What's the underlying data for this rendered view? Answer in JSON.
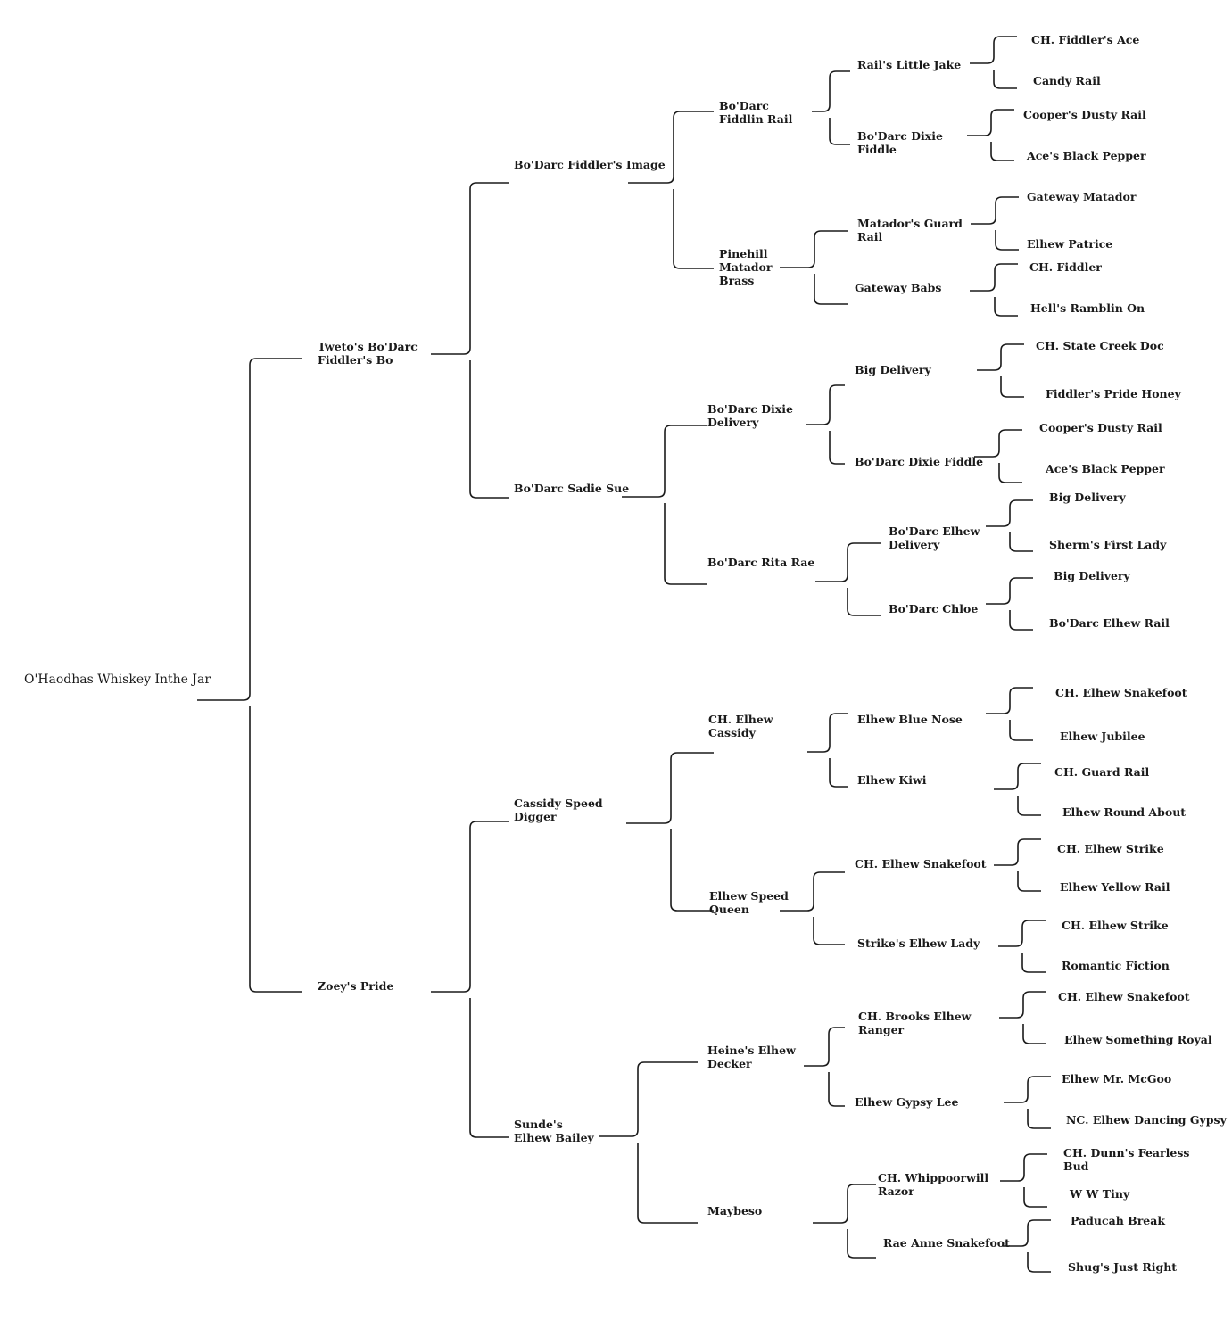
{
  "root": "O'Haodhas Whiskey Inthe  Jar",
  "sire": {
    "name": "Tweto's Bo'Darc\nFiddler's Bo",
    "sire": {
      "name": "Bo'Darc Fiddler's Image",
      "sire": {
        "name": "Bo'Darc\nFiddlin Rail",
        "sire": {
          "name": "Rail's Little Jake",
          "sire": "CH.  Fiddler's Ace",
          "dam": "Candy Rail"
        },
        "dam": {
          "name": "Bo'Darc Dixie\nFiddle",
          "sire": "Cooper's Dusty Rail",
          "dam": "Ace's Black Pepper"
        }
      },
      "dam": {
        "name": "Pinehill\nMatador\nBrass",
        "sire": {
          "name": "Matador's Guard\nRail",
          "sire": "Gateway Matador",
          "dam": "Elhew Patrice"
        },
        "dam": {
          "name": "Gateway Babs",
          "sire": "CH. Fiddler",
          "dam": "Hell's Ramblin On"
        }
      }
    },
    "dam": {
      "name": "Bo'Darc Sadie Sue",
      "sire": {
        "name": "Bo'Darc Dixie\nDelivery",
        "sire": {
          "name": "Big Delivery",
          "sire": "CH.  State Creek Doc",
          "dam": "Fiddler's Pride Honey"
        },
        "dam": {
          "name": "Bo'Darc Dixie Fiddle",
          "sire": "Cooper's Dusty Rail",
          "dam": "Ace's Black Pepper"
        }
      },
      "dam": {
        "name": "Bo'Darc Rita Rae",
        "sire": {
          "name": "Bo'Darc Elhew\nDelivery",
          "sire": "Big Delivery",
          "dam": "Sherm's First Lady"
        },
        "dam": {
          "name": "Bo'Darc Chloe",
          "sire": "Big Delivery",
          "dam": "Bo'Darc Elhew Rail"
        }
      }
    }
  },
  "dam": {
    "name": "Zoey's Pride",
    "sire": {
      "name": "Cassidy Speed\nDigger",
      "sire": {
        "name": "CH.  Elhew\nCassidy",
        "sire": {
          "name": "Elhew Blue Nose",
          "sire": "CH.  Elhew Snakefoot",
          "dam": "Elhew Jubilee"
        },
        "dam": {
          "name": "Elhew Kiwi",
          "sire": "CH.  Guard Rail",
          "dam": "Elhew Round About"
        }
      },
      "dam": {
        "name": "Elhew Speed\nQueen",
        "sire": {
          "name": "CH.  Elhew Snakefoot",
          "sire": "CH.  Elhew Strike",
          "dam": "Elhew Yellow Rail"
        },
        "dam": {
          "name": "Strike's Elhew Lady",
          "sire": "CH.  Elhew Strike",
          "dam": "Romantic Fiction"
        }
      }
    },
    "dam": {
      "name": "Sunde's\nElhew Bailey",
      "sire": {
        "name": "Heine's Elhew\nDecker",
        "sire": {
          "name": "CH.  Brooks Elhew\nRanger",
          "sire": "CH.  Elhew Snakefoot",
          "dam": "Elhew Something Royal"
        },
        "dam": {
          "name": "Elhew Gypsy Lee",
          "sire": "Elhew Mr. McGoo",
          "dam": "NC.  Elhew Dancing Gypsy"
        }
      },
      "dam": {
        "name": "Maybeso",
        "sire": {
          "name": "CH.  Whippoorwill\nRazor",
          "sire": "CH.  Dunn's Fearless\nBud",
          "dam": "W W Tiny"
        },
        "dam": {
          "name": "Rae Anne Snakefoot",
          "sire": "Paducah Break",
          "dam": "Shug's Just Right"
        }
      }
    }
  }
}
